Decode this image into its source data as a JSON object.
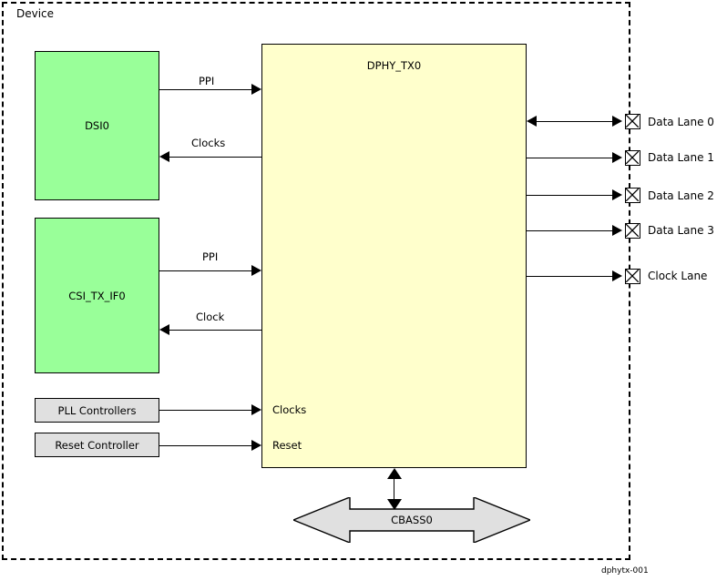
{
  "figure": {
    "id_caption": "dphytx-001",
    "device_label": "Device"
  },
  "colors": {
    "green_block": "#99ff99",
    "yellow_block": "#ffffcc",
    "gray_block": "#e0e0e0",
    "line": "#000000",
    "background": "#ffffff"
  },
  "blocks": {
    "dsi0": {
      "label": "DSI0"
    },
    "csi_tx_if0": {
      "label": "CSI_TX_IF0"
    },
    "pll_controllers": {
      "label": "PLL Controllers"
    },
    "reset_controller": {
      "label": "Reset Controller"
    },
    "dphy_tx0": {
      "title": "DPHY_TX0",
      "port_clocks": "Clocks",
      "port_reset": "Reset"
    },
    "cbass0": {
      "label": "CBASS0"
    }
  },
  "wires": [
    {
      "name": "dsi0-ppi",
      "label": "PPI",
      "direction": "right"
    },
    {
      "name": "dsi0-clocks",
      "label": "Clocks",
      "direction": "left"
    },
    {
      "name": "csi-ppi",
      "label": "PPI",
      "direction": "right"
    },
    {
      "name": "csi-clock",
      "label": "Clock",
      "direction": "left"
    },
    {
      "name": "pll-clocks",
      "label": "",
      "direction": "right"
    },
    {
      "name": "reset",
      "label": "",
      "direction": "right"
    }
  ],
  "lanes": [
    {
      "label": "Data Lane 0",
      "direction": "bidirectional"
    },
    {
      "label": "Data Lane 1",
      "direction": "out"
    },
    {
      "label": "Data Lane 2",
      "direction": "out"
    },
    {
      "label": "Data Lane 3",
      "direction": "out"
    },
    {
      "label": "Clock Lane",
      "direction": "out"
    }
  ]
}
